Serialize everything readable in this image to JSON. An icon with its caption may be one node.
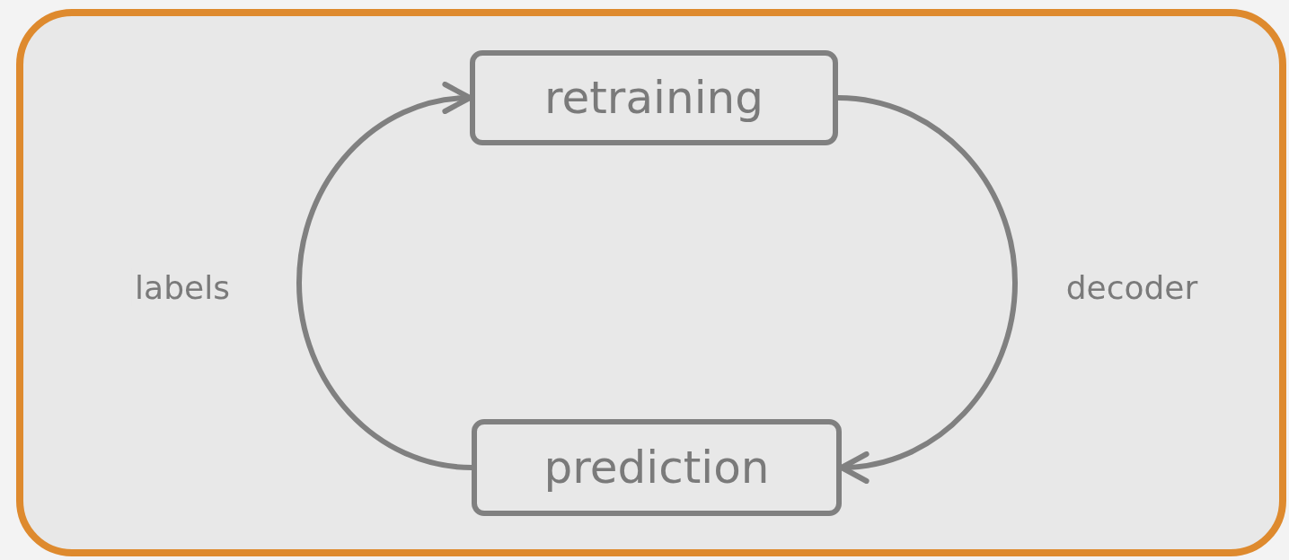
{
  "diagram": {
    "nodes": [
      {
        "text": [],
        "shape": "box"
      },
      {
        "text": [
          "retraining"
        ],
        "in": 0
      },
      {
        "text": [
          "prediction"
        ],
        "in": 0
      }
    ],
    "edges": [
      {
        "from": 2,
        "to": 1,
        "arrow": "to",
        "label": "labels"
      },
      {
        "from": 1,
        "to": 2,
        "arrow": "to",
        "label": "decoder"
      }
    ]
  }
}
